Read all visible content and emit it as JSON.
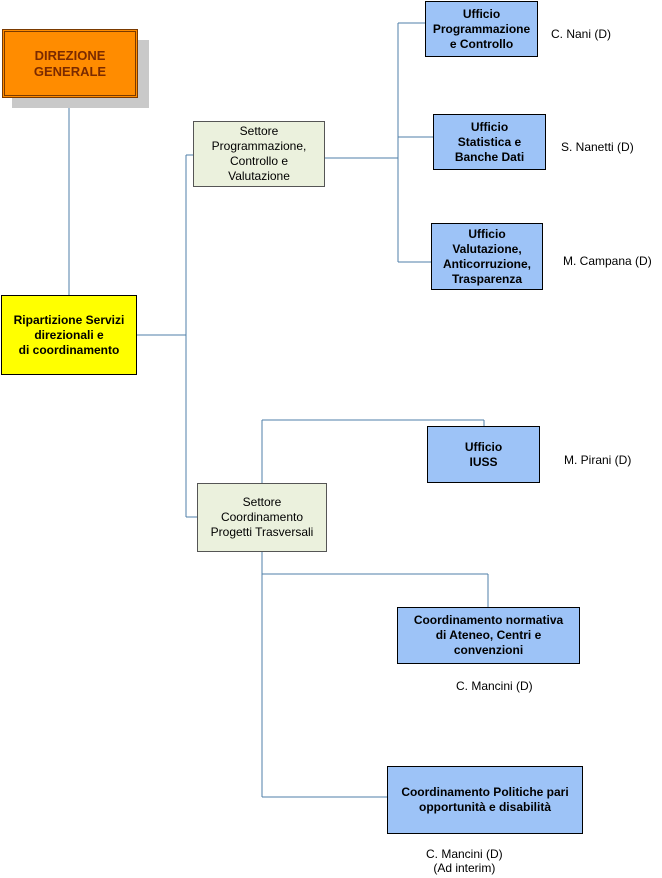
{
  "chart": {
    "direzione": {
      "label": "DIREZIONE\nGENERALE"
    },
    "ripartizione": {
      "label": "Ripartizione Servizi\ndirezionali e\ndi coordinamento"
    },
    "settore_programmazione": {
      "label": "Settore\nProgrammazione,\nControllo e\nValutazione"
    },
    "settore_coordinamento": {
      "label": "Settore\nCoordinamento\nProgetti Trasversali"
    },
    "uffici": [
      {
        "label": "Ufficio\nProgrammazione\ne Controllo",
        "person": "C. Nani (D)"
      },
      {
        "label": "Ufficio\nStatistica e\nBanche Dati",
        "person": "S. Nanetti (D)"
      },
      {
        "label": "Ufficio\nValutazione,\nAnticorruzione,\nTrasparenza",
        "person": "M. Campana (D)"
      },
      {
        "label": "Ufficio\nIUSS",
        "person": "M. Pirani (D)"
      }
    ],
    "coordinamenti": [
      {
        "label": "Coordinamento normativa\ndi Ateneo, Centri e\nconvenzioni",
        "person": "C. Mancini (D)"
      },
      {
        "label": "Coordinamento Politiche pari\nopportunità e disabilità",
        "person": "C. Mancini (D)\n(Ad interim)"
      }
    ]
  },
  "colors": {
    "direzione": "#ff8c00",
    "ripartizione": "#ffff00",
    "settore": "#ebf1dd",
    "ufficio": "#9dc3f7",
    "connector": "#4f7fa8"
  }
}
